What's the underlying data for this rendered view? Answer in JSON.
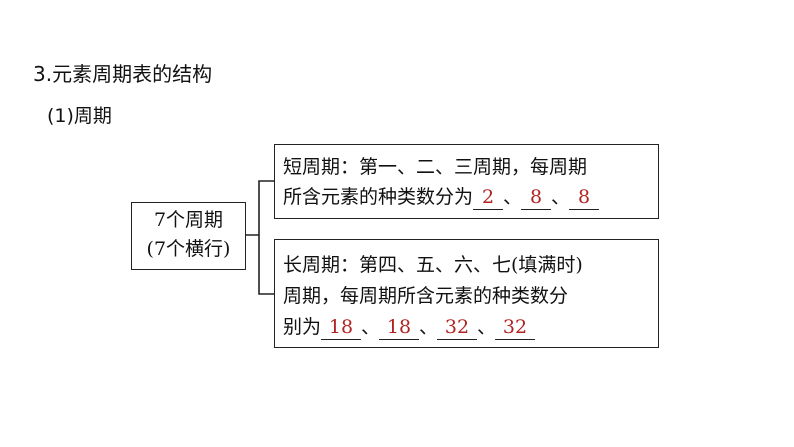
{
  "heading": "3.元素周期表的结构",
  "subheading": "(1)周期",
  "overview": {
    "line1": "7个周期",
    "line2": "(7个横行)"
  },
  "short_period": {
    "line1": "短周期：第一、二、三周期，每周期",
    "line2_prefix": "所含元素的种类数分为",
    "answers": [
      "2",
      "8",
      "8"
    ],
    "separator": "、"
  },
  "long_period": {
    "line1": "长周期：第四、五、六、七(填满时)",
    "line2": "周期，每周期所含元素的种类数分",
    "line3_prefix": "别为",
    "answers": [
      "18",
      "18",
      "32",
      "32"
    ],
    "separator": "、"
  },
  "colors": {
    "answer": "#b22222",
    "border": "#222222"
  }
}
